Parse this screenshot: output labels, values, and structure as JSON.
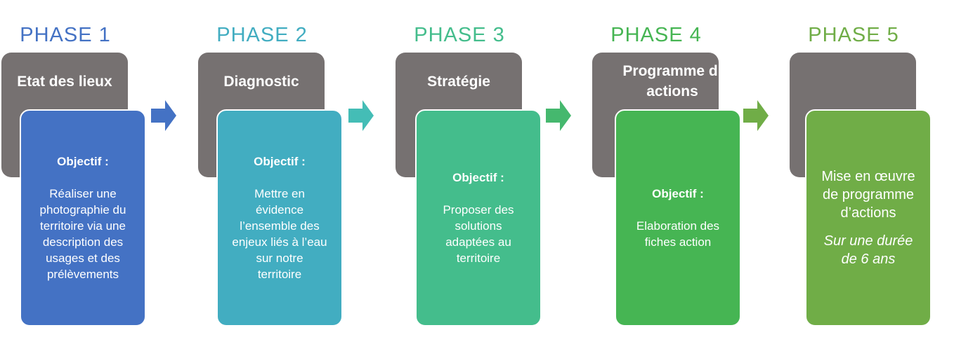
{
  "phases": [
    {
      "label": "PHASE 1",
      "title": "Etat des lieux",
      "objective": "Objectif :",
      "lines": [
        "Réaliser une",
        "photographie du",
        "territoire via une",
        "description des",
        "usages et des",
        "prélèvements"
      ],
      "color": "#4472C4"
    },
    {
      "label": "PHASE 2",
      "title": "Diagnostic",
      "objective": "Objectif :",
      "lines": [
        "Mettre en",
        "évidence",
        "l’ensemble des",
        "enjeux liés à l’eau",
        "sur notre",
        "territoire"
      ],
      "color": "#42ADC1"
    },
    {
      "label": "PHASE 3",
      "title": "Stratégie",
      "objective": "Objectif :",
      "lines": [
        "Proposer des",
        "solutions",
        "adaptées au",
        "territoire"
      ],
      "color": "#44BD8C"
    },
    {
      "label": "PHASE 4",
      "title": "Programme d’ actions",
      "objective": "Objectif :",
      "lines": [
        "Elaboration des",
        "fiches action"
      ],
      "color": "#46B553"
    },
    {
      "label": "PHASE 5",
      "title": "",
      "main_lines": [
        "Mise en œuvre",
        "de programme",
        "d’actions"
      ],
      "italic_lines": [
        "Sur une durée",
        "de 6 ans"
      ],
      "color": "#70AD47"
    }
  ]
}
